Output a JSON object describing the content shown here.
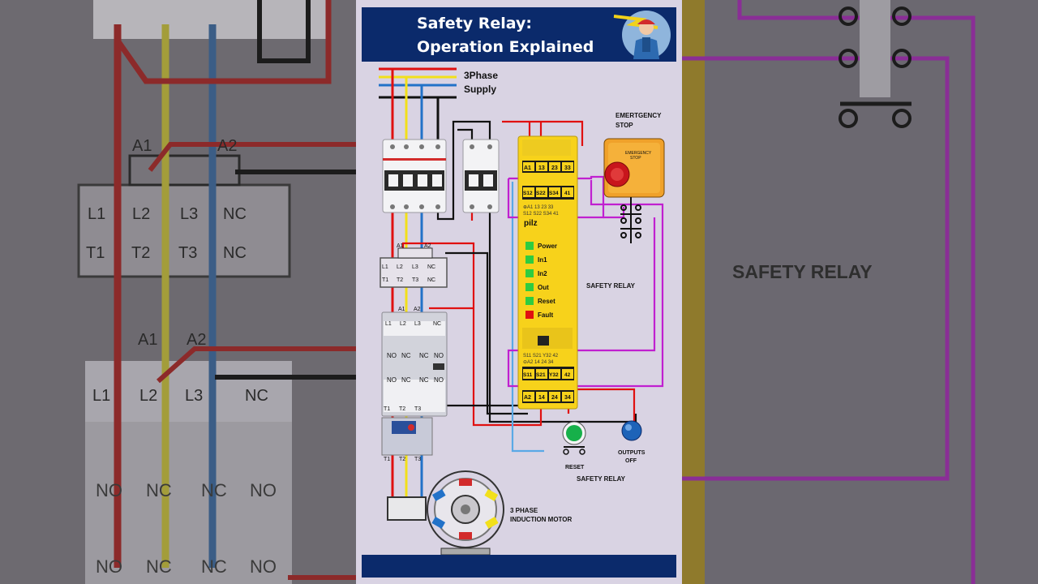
{
  "title": {
    "line1": "Safety Relay:",
    "line2": "Operation Explained"
  },
  "supply": {
    "line1": "3Phase",
    "line2": "Supply"
  },
  "estop": {
    "label_line1": "EMERTGENCY",
    "label_line2": "STOP",
    "cap_line1": "EMERGENCY",
    "cap_line2": "STOP"
  },
  "relay": {
    "brand": "pilz",
    "label": "SAFETY RELAY",
    "top_terminals_row1": [
      "A1",
      "13",
      "23",
      "33"
    ],
    "top_terminals_row2": [
      "S12",
      "S22",
      "S34",
      "41"
    ],
    "top_print_row1": "⊕A1   13   23   33",
    "top_print_row2": "S12  S22  S34  41",
    "leds": [
      {
        "label": "Power",
        "color": "#2ecc40"
      },
      {
        "label": "In1",
        "color": "#2ecc40"
      },
      {
        "label": "In2",
        "color": "#2ecc40"
      },
      {
        "label": "Out",
        "color": "#2ecc40"
      },
      {
        "label": "Reset",
        "color": "#2ecc40"
      },
      {
        "label": "Fault",
        "color": "#e01010"
      }
    ],
    "bottom_print_row1": "S11  S21  Y32  42",
    "bottom_print_row2": "⊖A2   14   24   34",
    "bottom_terminals_row1": [
      "S11",
      "S21",
      "Y32",
      "42"
    ],
    "bottom_terminals_row2": [
      "A2",
      "14",
      "24",
      "34"
    ]
  },
  "overload": {
    "coil": [
      "A1",
      "A2"
    ],
    "top": [
      "L1",
      "L2",
      "L3",
      "NC"
    ],
    "bottom": [
      "T1",
      "T2",
      "T3",
      "NC"
    ]
  },
  "contactor": {
    "coil": [
      "A1",
      "A2"
    ],
    "top": [
      "L1",
      "L2",
      "L3",
      "NC"
    ],
    "row_a": [
      "NO",
      "NC",
      "NC",
      "NO"
    ],
    "row_b": [
      "NO",
      "NC",
      "NC",
      "NO"
    ],
    "bottom": [
      "T1",
      "T2",
      "T3"
    ],
    "relay_bottom": [
      "T1",
      "T2",
      "T3"
    ]
  },
  "buttons": {
    "reset": "RESET",
    "outputs_line1": "OUTPUTS",
    "outputs_line2": "OFF"
  },
  "bottom_caption": "SAFETY RELAY",
  "motor": {
    "line1": "3 PHASE",
    "line2": "INDUCTION MOTOR"
  },
  "background": {
    "coil": [
      "A1",
      "A2"
    ],
    "top": [
      "L1",
      "L2",
      "L3",
      "NC"
    ],
    "bottom": [
      "T1",
      "T2",
      "T3",
      "NC"
    ],
    "coil2": [
      "A1",
      "A2"
    ],
    "top2": [
      "L1",
      "L2",
      "L3",
      "NC"
    ],
    "row_a": [
      "NO",
      "NC",
      "NC",
      "NO"
    ],
    "row_b": [
      "NO",
      "NC",
      "NC",
      "NO"
    ],
    "right_label": "SAFETY RELAY"
  },
  "colors": {
    "banner": "#0b2a6b",
    "panel": "#d9d3e3",
    "relay": "#f7d21b",
    "wire_red": "#e01010",
    "wire_yellow": "#f2e01a",
    "wire_blue": "#2272c8",
    "wire_black": "#111111",
    "wire_magenta": "#c020d0"
  }
}
